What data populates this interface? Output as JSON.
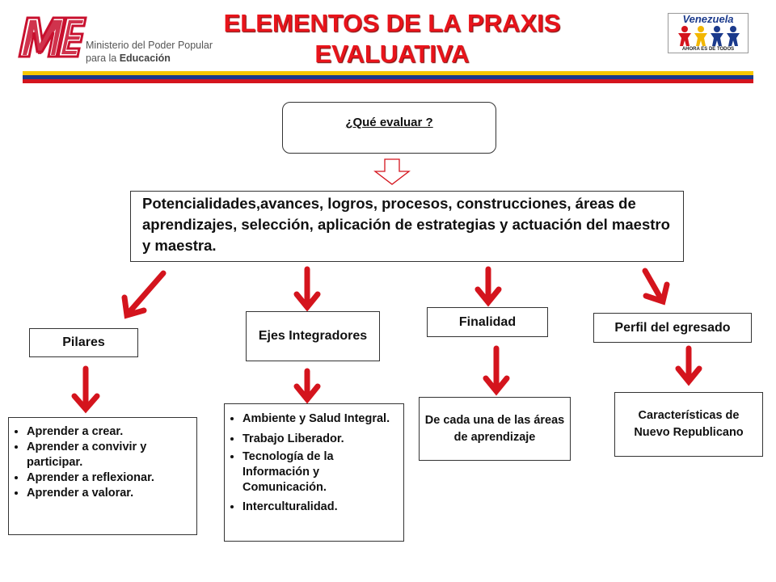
{
  "header": {
    "title_line1": "ELEMENTOS DE LA PRAXIS",
    "title_line2": "EVALUATIVA",
    "ministry_logo_text": "ME",
    "ministry_line1": "Ministerio del Poder Popular",
    "ministry_line2_prefix": "para la ",
    "ministry_line2_bold": "Educación",
    "venezuela_logo_title": "Venezuela",
    "venezuela_logo_slogan": "AHORA ES DE TODOS"
  },
  "colors": {
    "title": "#e8141b",
    "arrow": "#d4141d",
    "stripe_yellow": "#f7c800",
    "stripe_blue": "#1b3a8c",
    "stripe_red": "#d4141d",
    "ministry_red": "#c8102e"
  },
  "diagram": {
    "question": "¿Qué evaluar ?",
    "main_box": "Potencialidades,avances, logros, procesos, construcciones, áreas de aprendizajes, selección, aplicación de estrategias y actuación del maestro y maestra.",
    "branches": {
      "pilares": {
        "label": "Pilares",
        "items": [
          "Aprender a crear.",
          "Aprender a convivir y participar.",
          "Aprender a reflexionar.",
          "Aprender a valorar."
        ]
      },
      "ejes": {
        "label": "Ejes Integradores",
        "items": [
          "Ambiente y Salud Integral.",
          "Trabajo Liberador.",
          "Tecnología de la Información y Comunicación.",
          "Interculturalidad."
        ]
      },
      "finalidad": {
        "label": "Finalidad",
        "detail": "De cada una de las áreas de aprendizaje"
      },
      "perfil": {
        "label": "Perfil del egresado",
        "detail": "Características de Nuevo Republicano"
      }
    }
  }
}
